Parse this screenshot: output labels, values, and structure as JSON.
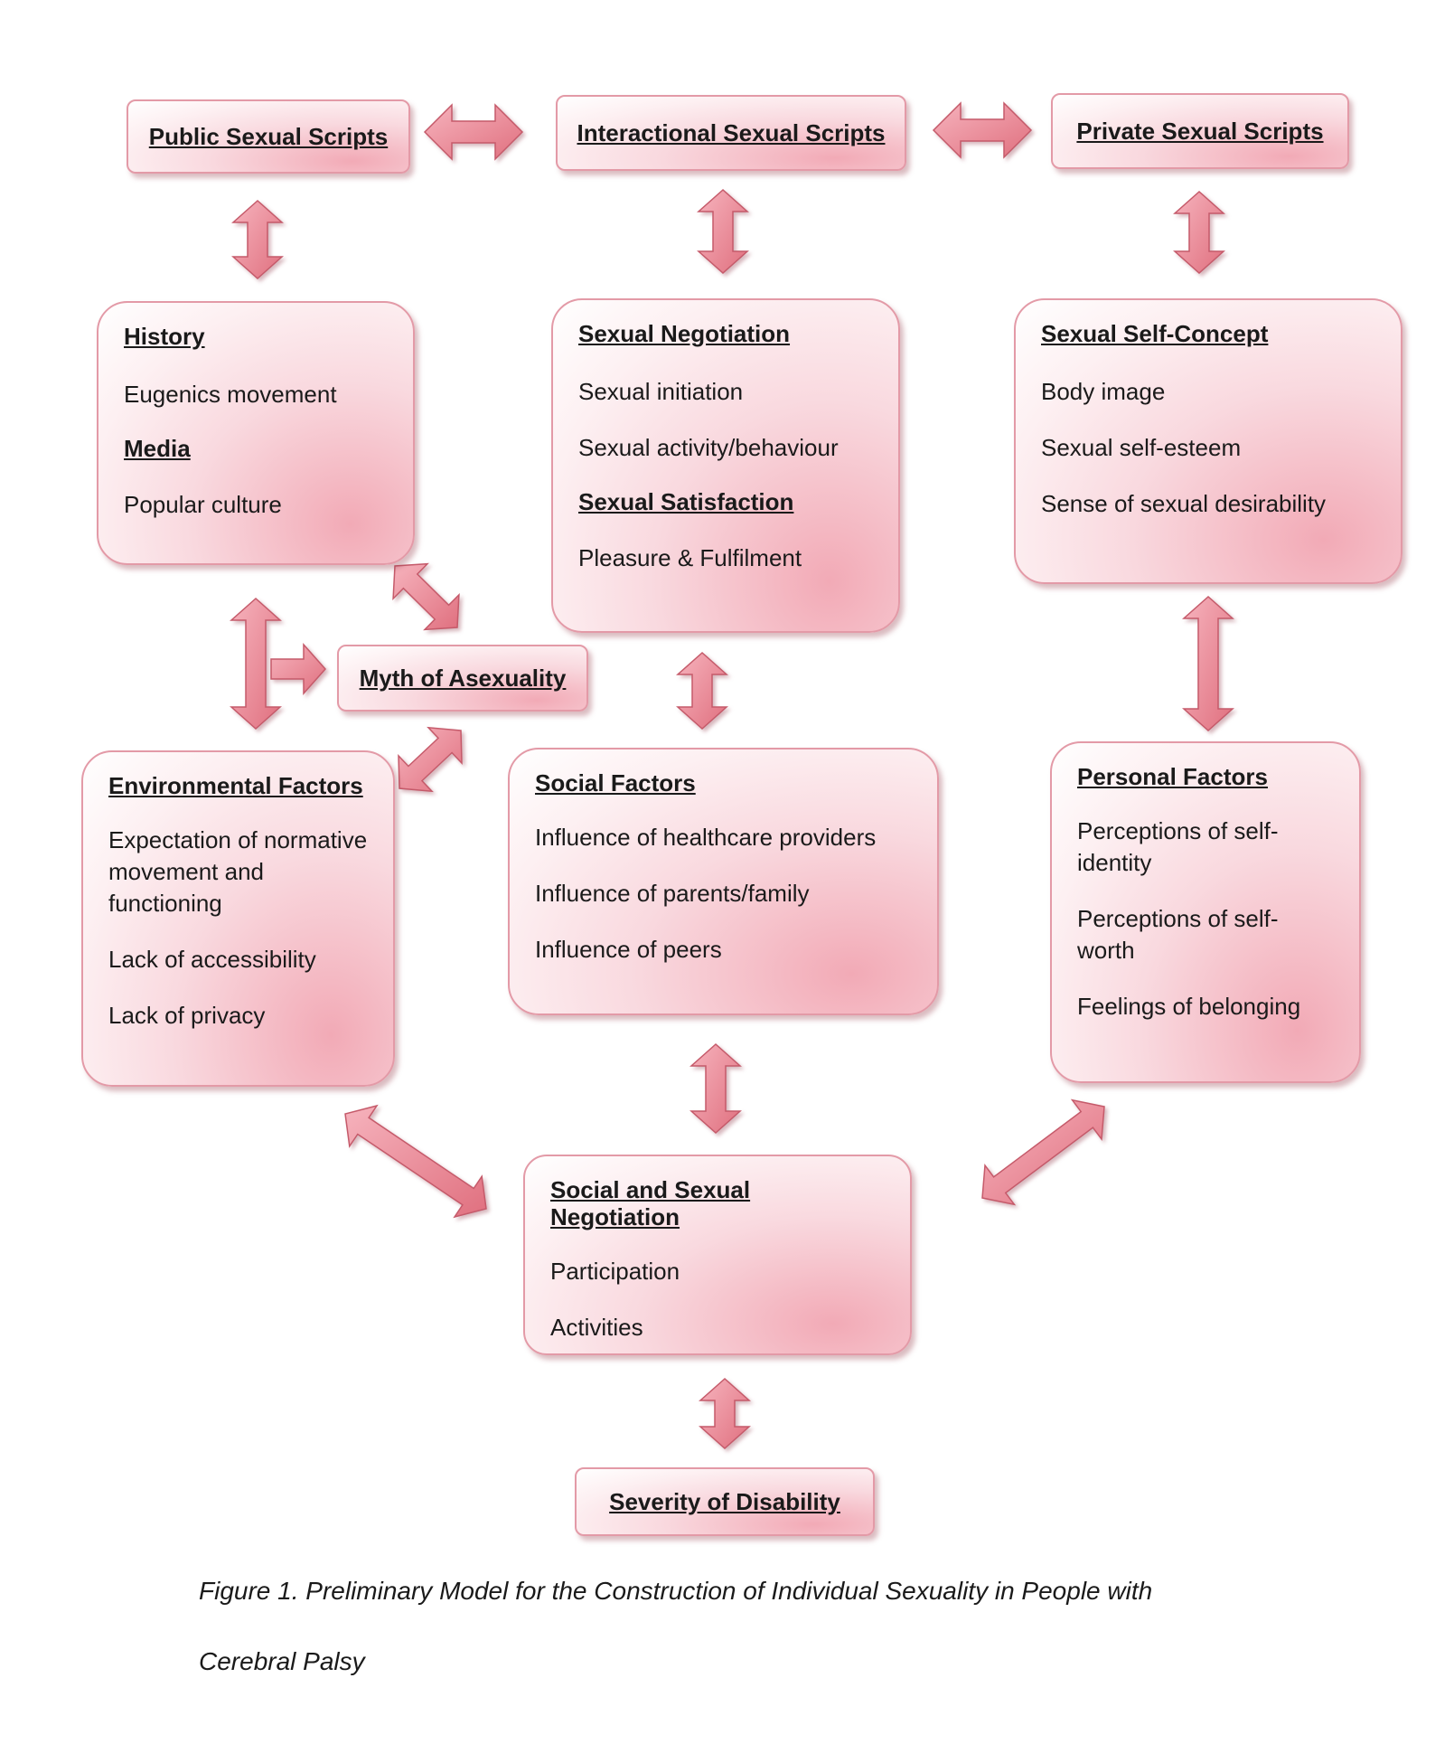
{
  "boxes": {
    "public_scripts": "Public Sexual Scripts",
    "interactional_scripts": "Interactional Sexual Scripts",
    "private_scripts": "Private Sexual Scripts",
    "myth": "Myth of Asexuality",
    "severity": "Severity of Disability",
    "history": {
      "heading1": "History",
      "item1": "Eugenics movement",
      "heading2": "Media",
      "item2": "Popular culture"
    },
    "negotiation": {
      "heading1": "Sexual Negotiation",
      "item1": "Sexual initiation",
      "item2": "Sexual activity/behaviour",
      "heading2": "Sexual Satisfaction",
      "item3": "Pleasure & Fulfilment"
    },
    "self_concept": {
      "heading": "Sexual Self-Concept",
      "item1": "Body image",
      "item2": "Sexual self-esteem",
      "item3": "Sense of sexual desirability"
    },
    "environmental": {
      "heading": "Environmental Factors",
      "item1": "Expectation of normative movement and functioning",
      "item2": "Lack of accessibility",
      "item3": "Lack of privacy"
    },
    "social": {
      "heading": "Social Factors",
      "item1": "Influence of healthcare providers",
      "item2": "Influence of parents/family",
      "item3": "Influence of peers"
    },
    "personal": {
      "heading": "Personal Factors",
      "item1": "Perceptions of self-identity",
      "item2": "Perceptions of self-worth",
      "item3": "Feelings of belonging"
    },
    "participation": {
      "heading": "Social and Sexual Negotiation",
      "item1": "Participation",
      "item2": "Activities"
    }
  },
  "caption": {
    "line1": "Figure 1. Preliminary Model for the Construction of Individual Sexuality in People with",
    "line2": "Cerebral Palsy"
  },
  "colors": {
    "arrow_fill": "#ec8a98",
    "arrow_stroke": "#c55a6a",
    "box_border": "#e39aa7",
    "box_gradient_dark": "#f2aab6"
  }
}
